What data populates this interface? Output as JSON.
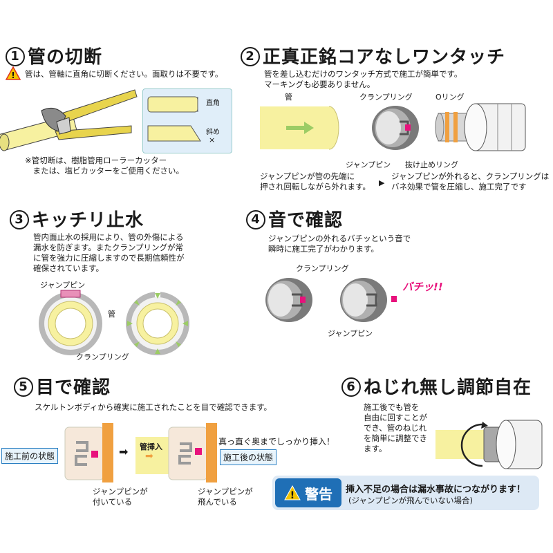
{
  "s1": {
    "num": "1",
    "title": "管の切断",
    "warn": "管は、管軸に直角に切断ください。面取りは不要です。",
    "label_right": "直角",
    "label_slant": "斜め",
    "mark_ng": "×",
    "note": "※管切断は、樹脂管用ローラーカッター\n　または、塩ビカッターをご使用ください。"
  },
  "s2": {
    "num": "2",
    "title": "正真正銘コアなしワンタッチ",
    "desc": "管を差し込むだけのワンタッチ方式で施工が簡単です。\nマーキングも必要ありません。",
    "label_pipe": "管",
    "label_clampring": "クランプリング",
    "label_oring": "Oリング",
    "label_jumppin": "ジャンプピン",
    "label_retainring": "抜け止めリング",
    "note_left": "ジャンプピンが管の先端に\n押され回転しながら外れます。",
    "arrow": "▶",
    "note_right": "ジャンプピンが外れると、クランプリングは\nバネ効果で管を圧縮し、施工完了です"
  },
  "s3": {
    "num": "3",
    "title": "キッチリ止水",
    "desc": "管内面止水の採用により、管の外傷による\n漏水を防ぎます。またクランプリングが常\nに管を強力に圧縮しますので長期信頼性が\n確保されています。",
    "label_jumppin": "ジャンプピン",
    "label_pipe": "管",
    "label_clampring": "クランプリング"
  },
  "s4": {
    "num": "4",
    "title": "音で確認",
    "desc": "ジャンプピンの外れるバチッという音で\n瞬時に施工完了がわかります。",
    "label_clampring": "クランプリング",
    "label_jumppin": "ジャンプピン",
    "sound": "バチッ!!"
  },
  "s5": {
    "num": "5",
    "title": "目で確認",
    "desc": "スケルトンボディから確実に施工されたことを目で確認できます。",
    "state_before": "施工前の状態",
    "state_after": "施工後の状態",
    "insert": "管挿入",
    "instruction": "真っ直ぐ奥までしっかり挿入！",
    "pin_attached": "ジャンプピンが\n付いている",
    "pin_flown": "ジャンプピンが\n飛んでいる"
  },
  "s6": {
    "num": "6",
    "title": "ねじれ無し調節自在",
    "desc": "施工後でも管を\n自由に回すことが\nでき、管のねじれ\nを簡単に調整でき\nます。"
  },
  "warning": {
    "head": "警告",
    "main": "挿入不足の場合は漏水事故につながります！",
    "sub": "(ジャンプピンが飛んでいない場合)"
  },
  "colors": {
    "pipe_yellow": "#f7f1a0",
    "ring_gray": "#8c8c8c",
    "pin_pink": "#e8127c",
    "arrow_green": "#9ccc65",
    "blue": "#1f6fb6",
    "orange_oring": "#f0a040"
  }
}
